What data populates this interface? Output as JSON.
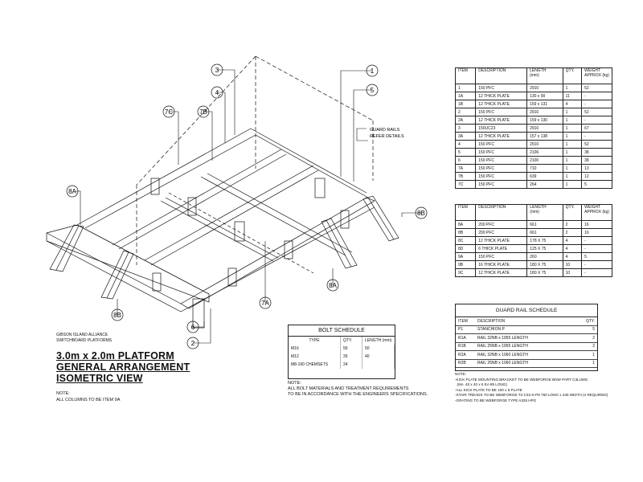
{
  "callouts": {
    "c3": "3",
    "c4": "4",
    "c7c": "7C",
    "c7b": "7B",
    "c1": "1",
    "c5": "5",
    "c8a_left": "8A",
    "c8b_right": "8B",
    "c8b_bottom": "8B",
    "c8a_right": "8A",
    "c7a": "7A",
    "c6": "6",
    "c2": "2"
  },
  "guard_rail_note": [
    "GUARD RAILS",
    "REFER DETAILS"
  ],
  "title_block": {
    "org_line1": "GIBSON ISLAND ALLIANCE",
    "org_line2": "SWITCHBOARD PLATFORMS",
    "title_line1": "3.0m x 2.0m PLATFORM",
    "title_line2": "GENERAL ARRANGEMENT",
    "title_line3": "ISOMETRIC VIEW",
    "note_label": "NOTE:",
    "note_text": "ALL COLUMNS TO BE ITEM 9A"
  },
  "schedule_1": {
    "headers": [
      "ITEM",
      "DESCRIPTION",
      "LENGTH",
      "QTY.",
      "WEIGHT"
    ],
    "header_sub": {
      "length": "(mm)",
      "weight": "APPROX (kg)"
    },
    "rows": [
      [
        "1",
        "150 PFC",
        "2910",
        "1",
        "52"
      ],
      [
        "1A",
        "12 THICK PLATE",
        "130 x 90",
        "11",
        "-"
      ],
      [
        "1B",
        "12 THICK PLATE",
        "159 x 131",
        "4",
        "-"
      ],
      [
        "2",
        "150 PFC",
        "2910",
        "1",
        "52"
      ],
      [
        "2A",
        "12 THICK PLATE",
        "159 x 130",
        "1",
        "-"
      ],
      [
        "3",
        "150UC23",
        "2910",
        "1",
        "67"
      ],
      [
        "3A",
        "12 THICK PLATE",
        "157 x 138",
        "1",
        "-"
      ],
      [
        "4",
        "150 PFC",
        "2910",
        "1",
        "52"
      ],
      [
        "5",
        "150 PFC",
        "2106",
        "1",
        "38"
      ],
      [
        "6",
        "150 PFC",
        "2100",
        "1",
        "38"
      ],
      [
        "7A",
        "150 PFC",
        "710",
        "1",
        "13"
      ],
      [
        "7B",
        "150 PFC",
        "639",
        "1",
        "12"
      ],
      [
        "7C",
        "150 PFC",
        "264",
        "1",
        "5"
      ]
    ]
  },
  "schedule_2": {
    "headers": [
      "ITEM",
      "DESCRIPTION",
      "LENGTH",
      "QTY.",
      "WEIGHT"
    ],
    "header_sub": {
      "length": "(mm)",
      "weight": "APPROX (kg)"
    },
    "rows": [
      [
        "8A",
        "200 PFC",
        "661",
        "2",
        "16"
      ],
      [
        "8B",
        "200 PFC",
        "661",
        "2",
        "16"
      ],
      [
        "8C",
        "12 THICK PLATE",
        "178 X 75",
        "4",
        "-"
      ],
      [
        "8D",
        "6 THICK PLATE",
        "125 X 75",
        "4",
        "-"
      ],
      [
        "9A",
        "150 PFC",
        "260",
        "4",
        "5"
      ],
      [
        "9B",
        "16 THICK PLATE",
        "180 X 75",
        "10",
        "-"
      ],
      [
        "9C",
        "12 THICK PLATE",
        "180 X 75",
        "10",
        "-"
      ]
    ]
  },
  "bolt_schedule": {
    "title": "BOLT SCHEDULE",
    "headers": [
      "TYPE",
      "QTY.",
      "LENGTH (mm)"
    ],
    "rows": [
      [
        "M16",
        "56",
        "50"
      ],
      [
        "M12",
        "26",
        "40"
      ],
      [
        "M8-190 CHEMSETS",
        "24",
        ""
      ]
    ],
    "note_label": "NOTE:",
    "note_line1": "ALL BOLT MATERIALS AND TREATMENT REQUIREMENTS",
    "note_line2": "TO BE IN ACCORDANCE WITH THE ENGINEERS SPECIFICATIONS."
  },
  "guard_rail_schedule": {
    "title": "GUARD RAIL SCHEDULE",
    "headers": [
      "ITEM",
      "DESCRIPTION",
      "QTY."
    ],
    "rows": [
      [
        "P1",
        "STANCHION P",
        "5"
      ],
      [
        "R1A",
        "RAIL 32NB x 1955 LENGTH",
        "2"
      ],
      [
        "R1B",
        "RAIL 25NB x 1955 LENGTH",
        "2"
      ],
      [
        "R2A",
        "RAIL 32NB x 1060 LENGTH",
        "1"
      ],
      [
        "R2B",
        "RAIL 25NB x 1060 LENGTH",
        "1"
      ]
    ],
    "note_label": "NOTE:",
    "notes": [
      "-KICK PLATE MOUNTING BRACKET TO BE WEBFORGE BNW PART C3LUMG",
      "  (6m. 40 x 40 x 6 EA 85 LONG)",
      "-ALL KICK PLATE TO BE 100 x 6 PLATE",
      "-STAIR TREADS TO BE WEBFORGE T2-C32-S-P8 750 LONG x 245 WIDTH (4 REQUIRED)",
      "-GRATING TO BE WEBFORGE TYPE A325 HPG"
    ]
  }
}
